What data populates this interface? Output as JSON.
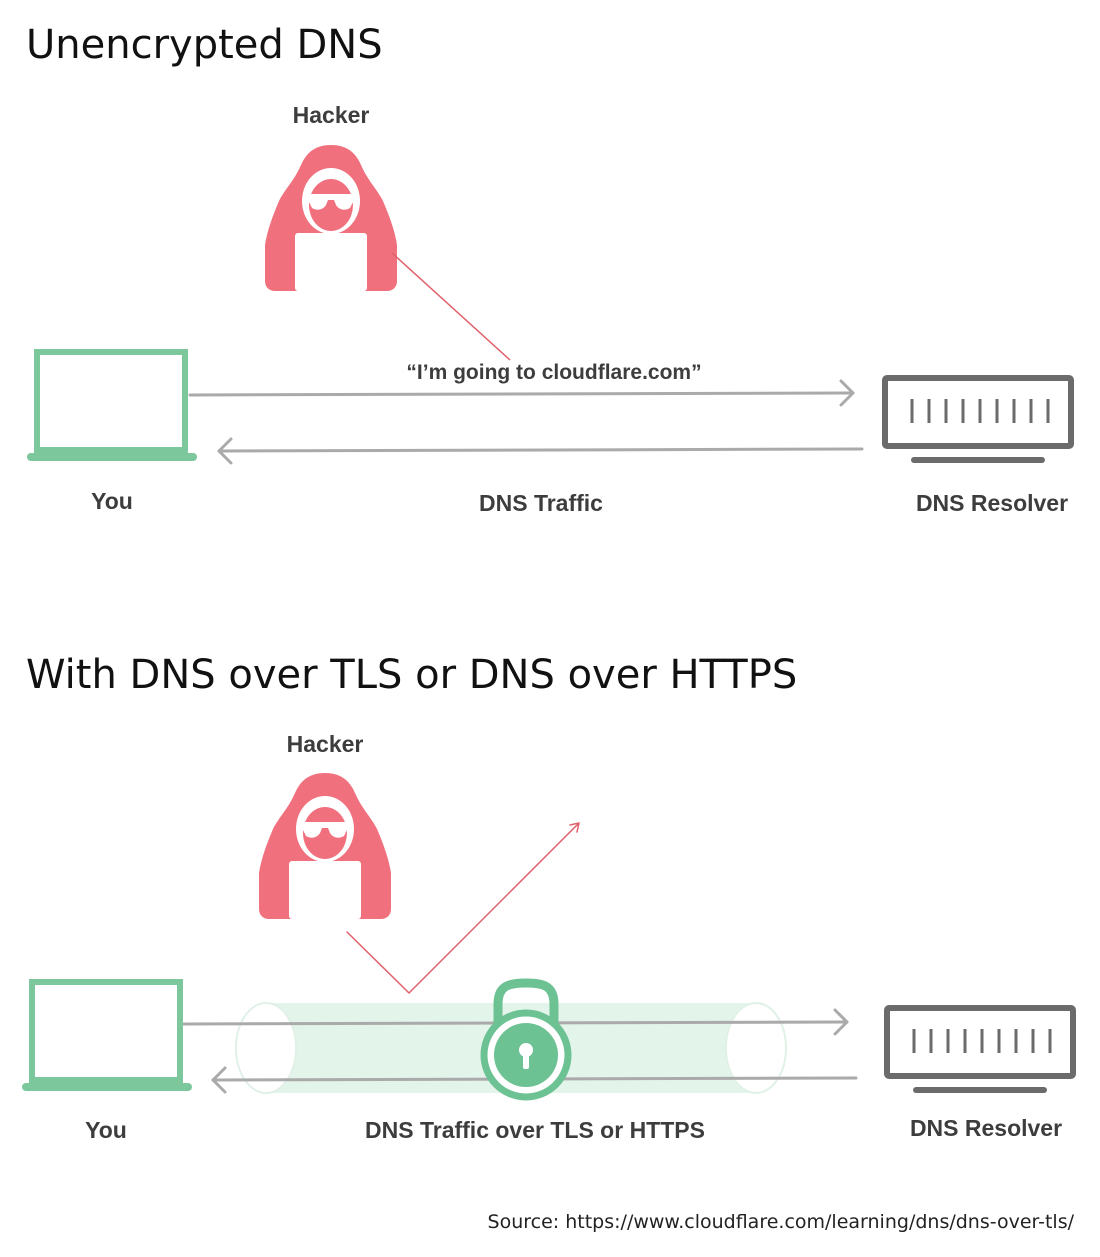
{
  "sections": [
    {
      "title": "Unencrypted DNS",
      "hacker_label": "Hacker",
      "message": "“I’m going to cloudflare.com”",
      "you_label": "You",
      "traffic_label": "DNS Traffic",
      "resolver_label": "DNS Resolver"
    },
    {
      "title": "With DNS over TLS or DNS over HTTPS",
      "hacker_label": "Hacker",
      "you_label": "You",
      "traffic_label": "DNS Traffic over TLS or HTTPS",
      "resolver_label": "DNS Resolver"
    }
  ],
  "source": "Source: https://www.cloudflare.com/learning/dns/dns-over-tls/",
  "icons": [
    "hacker-icon",
    "laptop-icon",
    "server-icon",
    "padlock-icon",
    "encrypted-tunnel"
  ],
  "colors": {
    "hacker": "#f0717d",
    "laptop": "#7cc79c",
    "server": "#6b6b6b",
    "arrow": "#aaaaaa",
    "intercept_line": "#e0606b",
    "tunnel": "#e3f4ea",
    "lock": "#6cc293"
  }
}
